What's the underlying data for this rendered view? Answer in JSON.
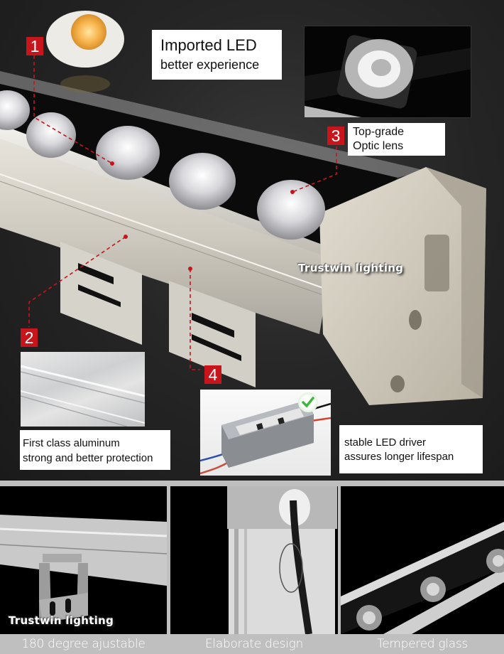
{
  "callouts": [
    {
      "number": "1",
      "line1": "Imported LED",
      "line2": "better experience"
    },
    {
      "number": "2",
      "line1": "First class aluminum",
      "line2": "strong and better protection"
    },
    {
      "number": "3",
      "line1": "Top-grade",
      "line2": "Optic lens"
    },
    {
      "number": "4",
      "line1": "stable LED driver",
      "line2": "assures longer lifespan"
    }
  ],
  "watermark": "Trustwin lighting",
  "colors": {
    "badge_red": "#c8141b",
    "background_dark": "#262626",
    "caption_bar": "#bfbfbf",
    "check_green": "#3cb83c"
  },
  "icons": {
    "driver_badge": "check-icon"
  },
  "bottom_panels": [
    {
      "caption": "180 degree ajustable",
      "watermark": "Trustwin lighting"
    },
    {
      "caption": "Elaborate design"
    },
    {
      "caption": "Tempered glass"
    }
  ]
}
